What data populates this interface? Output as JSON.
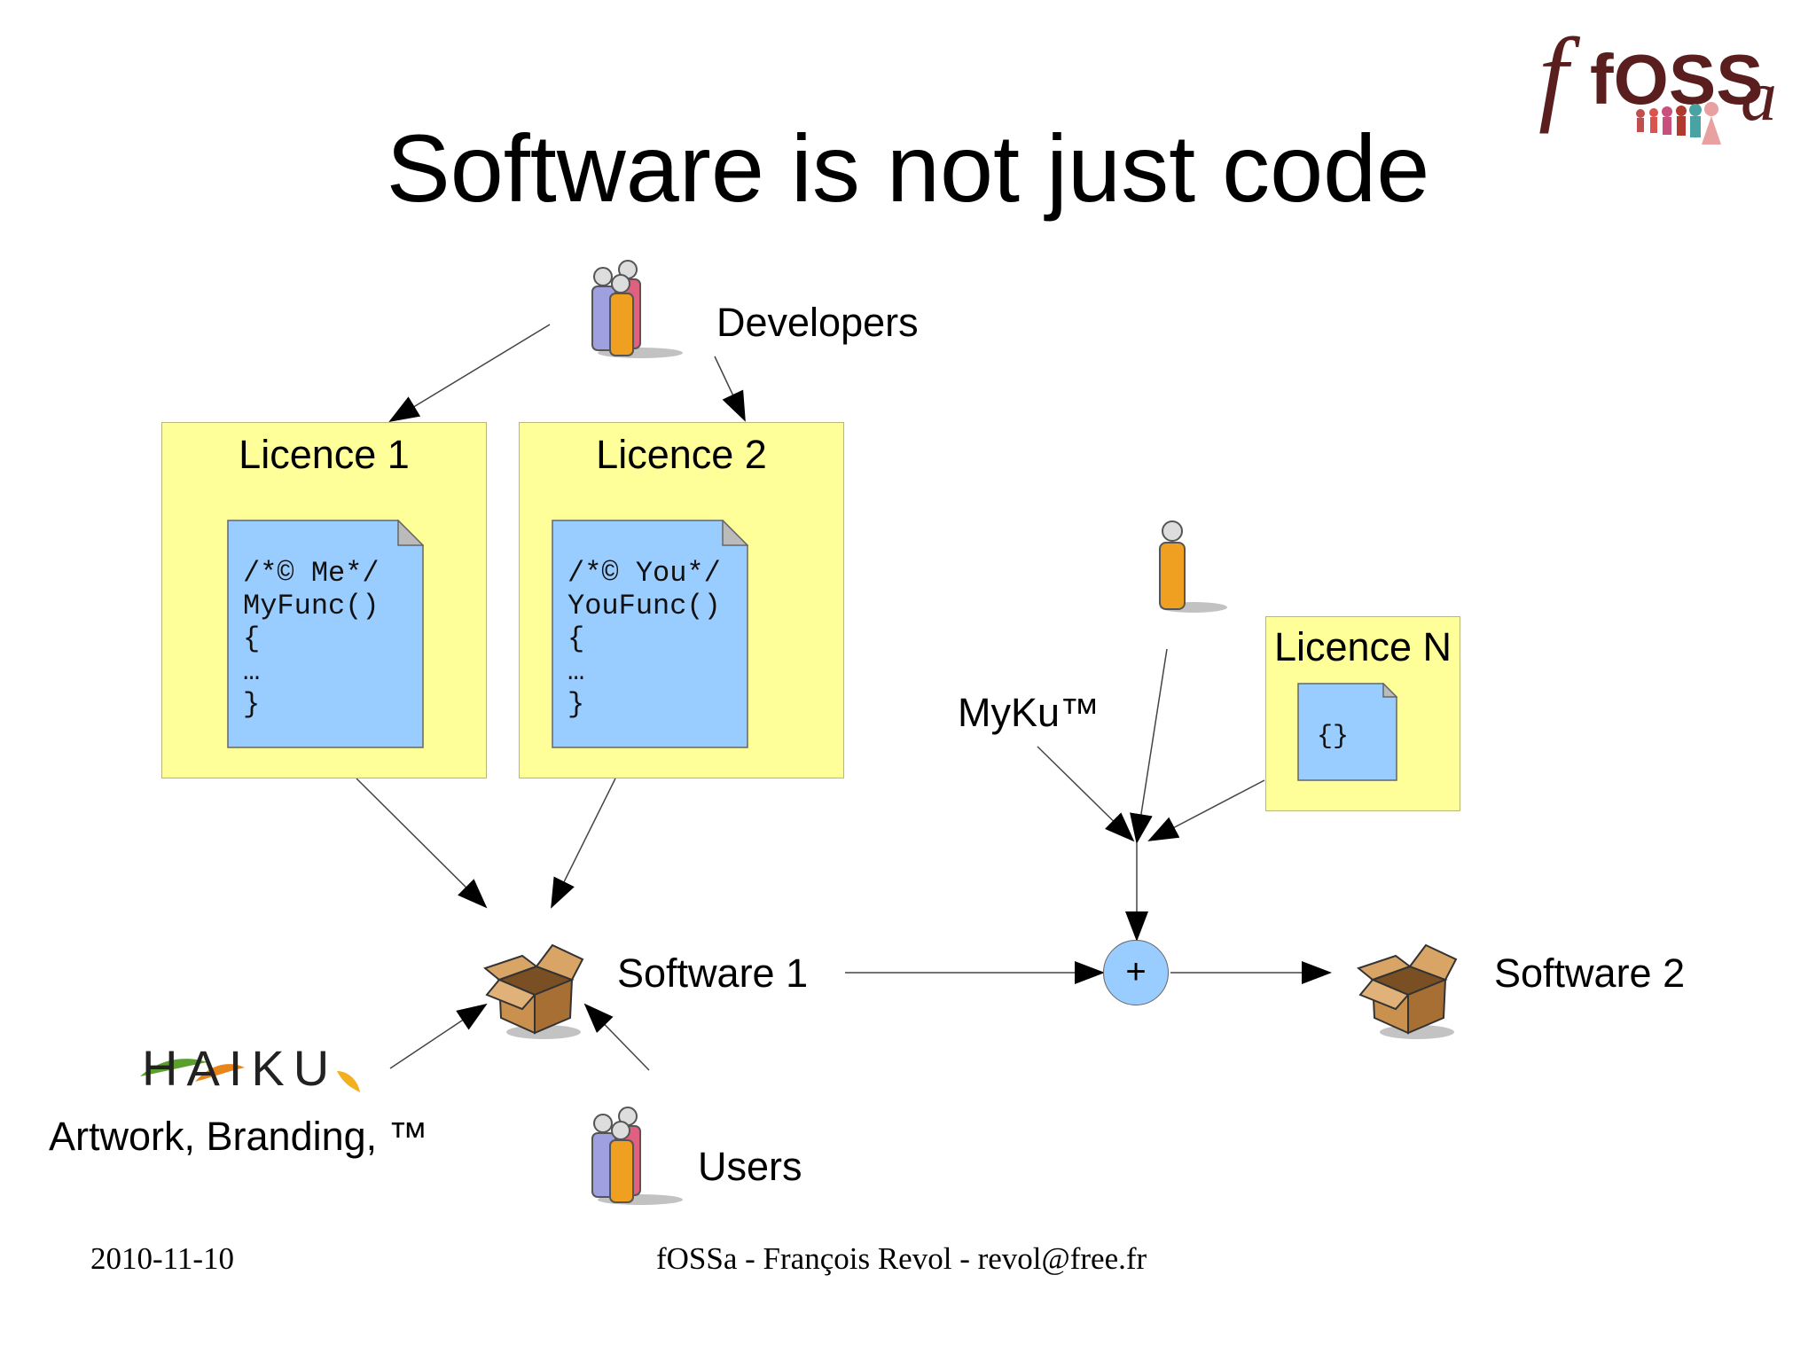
{
  "slide": {
    "title": "Software is not just code"
  },
  "logo": {
    "text_main": "fOSS",
    "text_sub": "a",
    "icon": "fossa-people-chain-logo"
  },
  "diagram": {
    "developers_label": "Developers",
    "users_label": "Users",
    "licence1": {
      "title": "Licence 1",
      "code": "/*© Me*/\nMyFunc()\n{\n…\n}"
    },
    "licence2": {
      "title": "Licence 2",
      "code": "/*© You*/\nYouFunc()\n{\n…\n}"
    },
    "licenceN": {
      "title": "Licence N",
      "code": "{}"
    },
    "software1_label": "Software 1",
    "software2_label": "Software 2",
    "myku_label": "MyKu™",
    "plus_label": "+",
    "haiku_logo_text": "HAIKU",
    "artwork_label": "Artwork, Branding, ™",
    "colors": {
      "licence_fill": "#ffff99",
      "doc_fill": "#99ccff",
      "plus_fill": "#99ccff"
    }
  },
  "footer": {
    "date": "2010-11-10",
    "credit": "fOSSa - François Revol - revol@free.fr"
  }
}
